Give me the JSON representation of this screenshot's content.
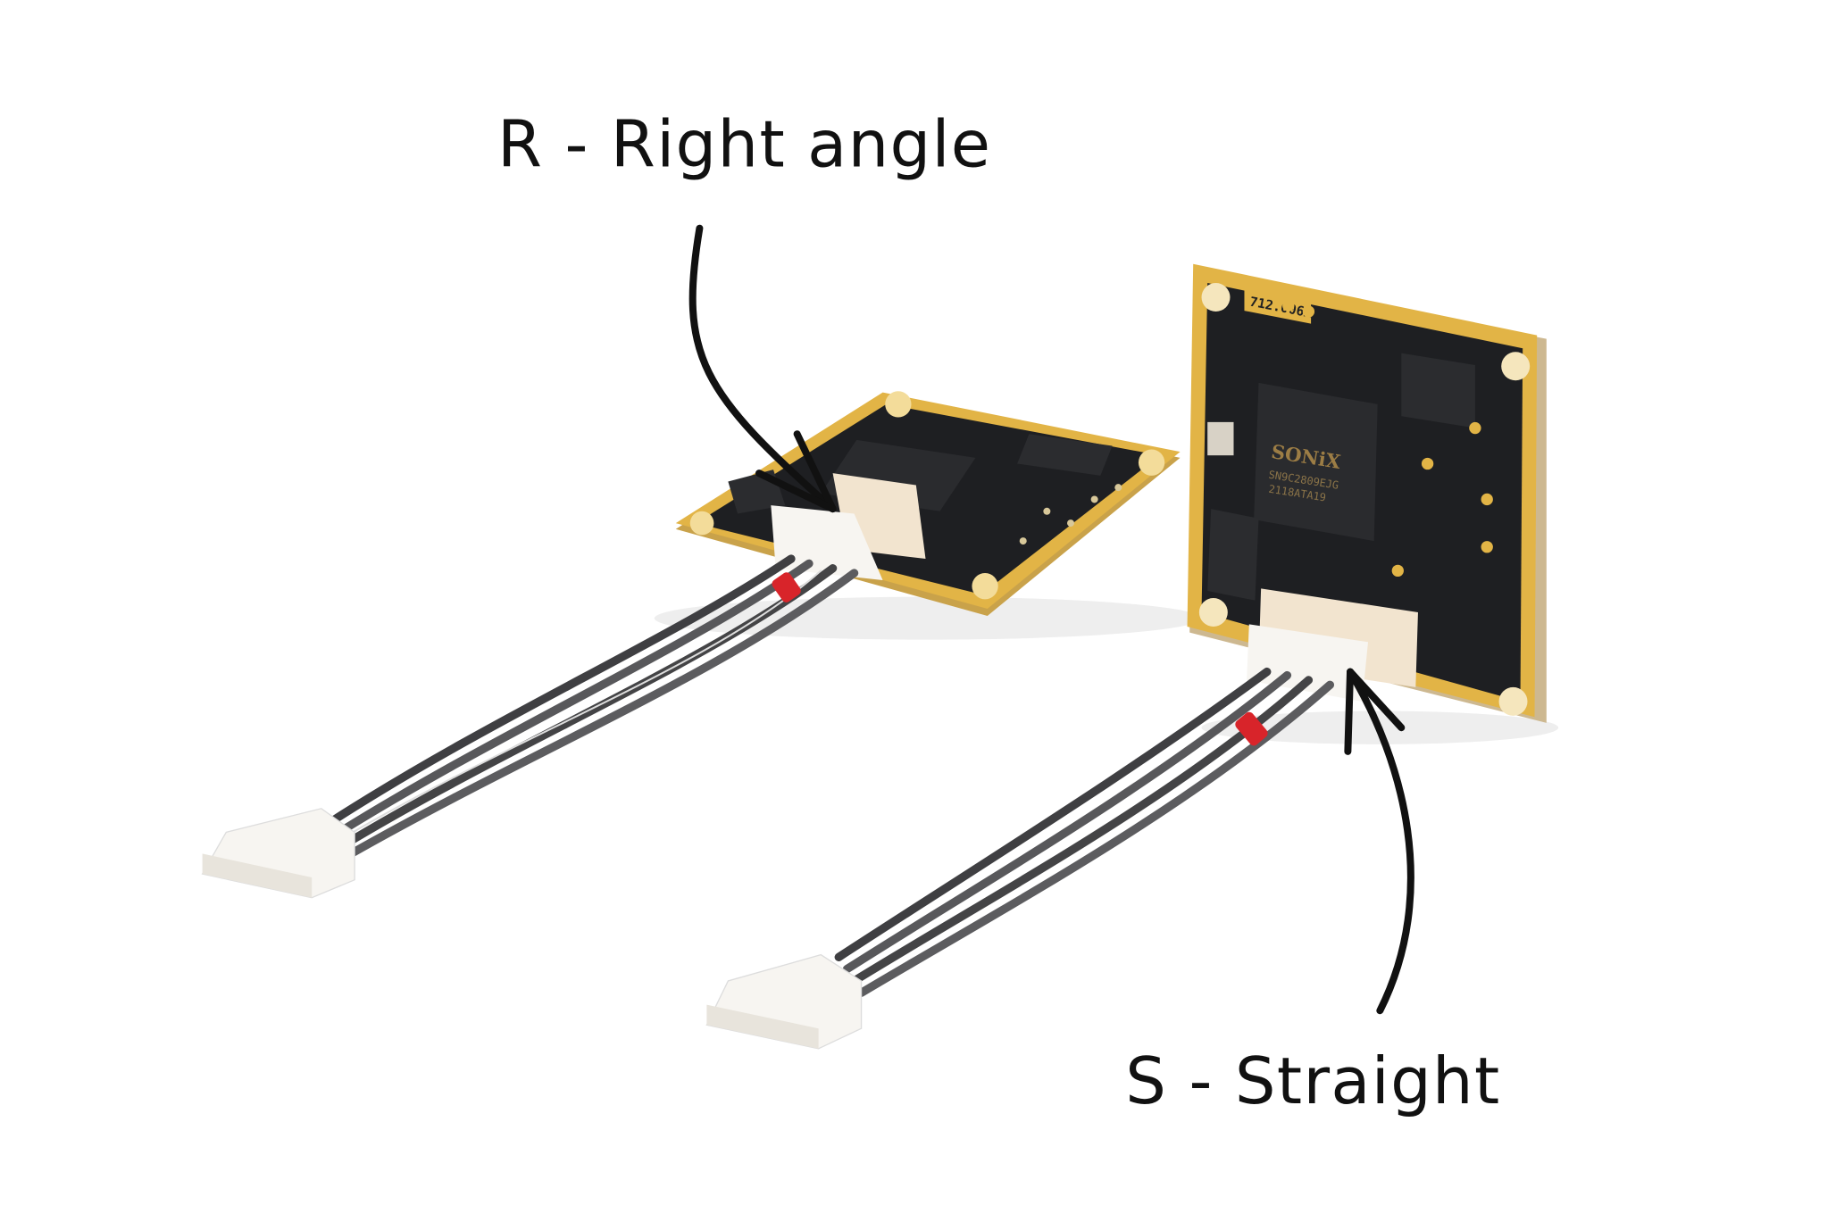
{
  "annotations": {
    "right_angle_label": "R - Right angle",
    "straight_label": "S - Straight"
  },
  "board": {
    "part_number": "712.006A",
    "chip_brand": "SONiX",
    "chip_model": "SN9C2809EJG",
    "chip_lot": "2118ATA19"
  },
  "colors": {
    "pcb": "#1e1f22",
    "gold": "#e2b446",
    "connector": "#f5efe6",
    "wire": "#4a4a4c",
    "marker": "#d8242a",
    "ink": "#111111"
  }
}
